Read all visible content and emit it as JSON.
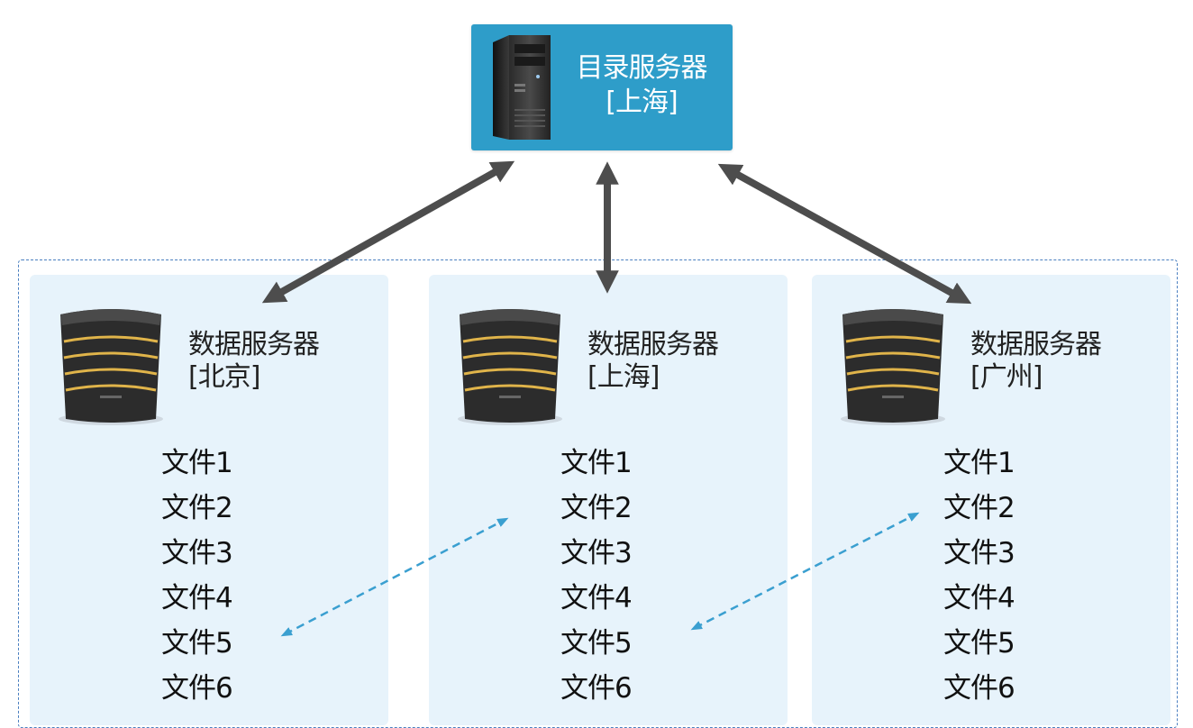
{
  "directory_server": {
    "name": "目录服务器",
    "location": "[上海]",
    "icon": "server-tower-icon"
  },
  "data_servers": [
    {
      "name": "数据服务器",
      "location": "[北京]",
      "icon": "data-server-icon",
      "files": [
        "文件1",
        "文件2",
        "文件3",
        "文件4",
        "文件5",
        "文件6"
      ]
    },
    {
      "name": "数据服务器",
      "location": "[上海]",
      "icon": "data-server-icon",
      "files": [
        "文件1",
        "文件2",
        "文件3",
        "文件4",
        "文件5",
        "文件6"
      ]
    },
    {
      "name": "数据服务器",
      "location": "[广州]",
      "icon": "data-server-icon",
      "files": [
        "文件1",
        "文件2",
        "文件3",
        "文件4",
        "文件5",
        "文件6"
      ]
    }
  ],
  "colors": {
    "directory_box": "#2e9dc9",
    "panel_bg": "#e7f3fb",
    "main_arrow": "#4d4d4d",
    "sync_arrow": "#3a9fd0",
    "group_border": "#4a7fc0"
  }
}
